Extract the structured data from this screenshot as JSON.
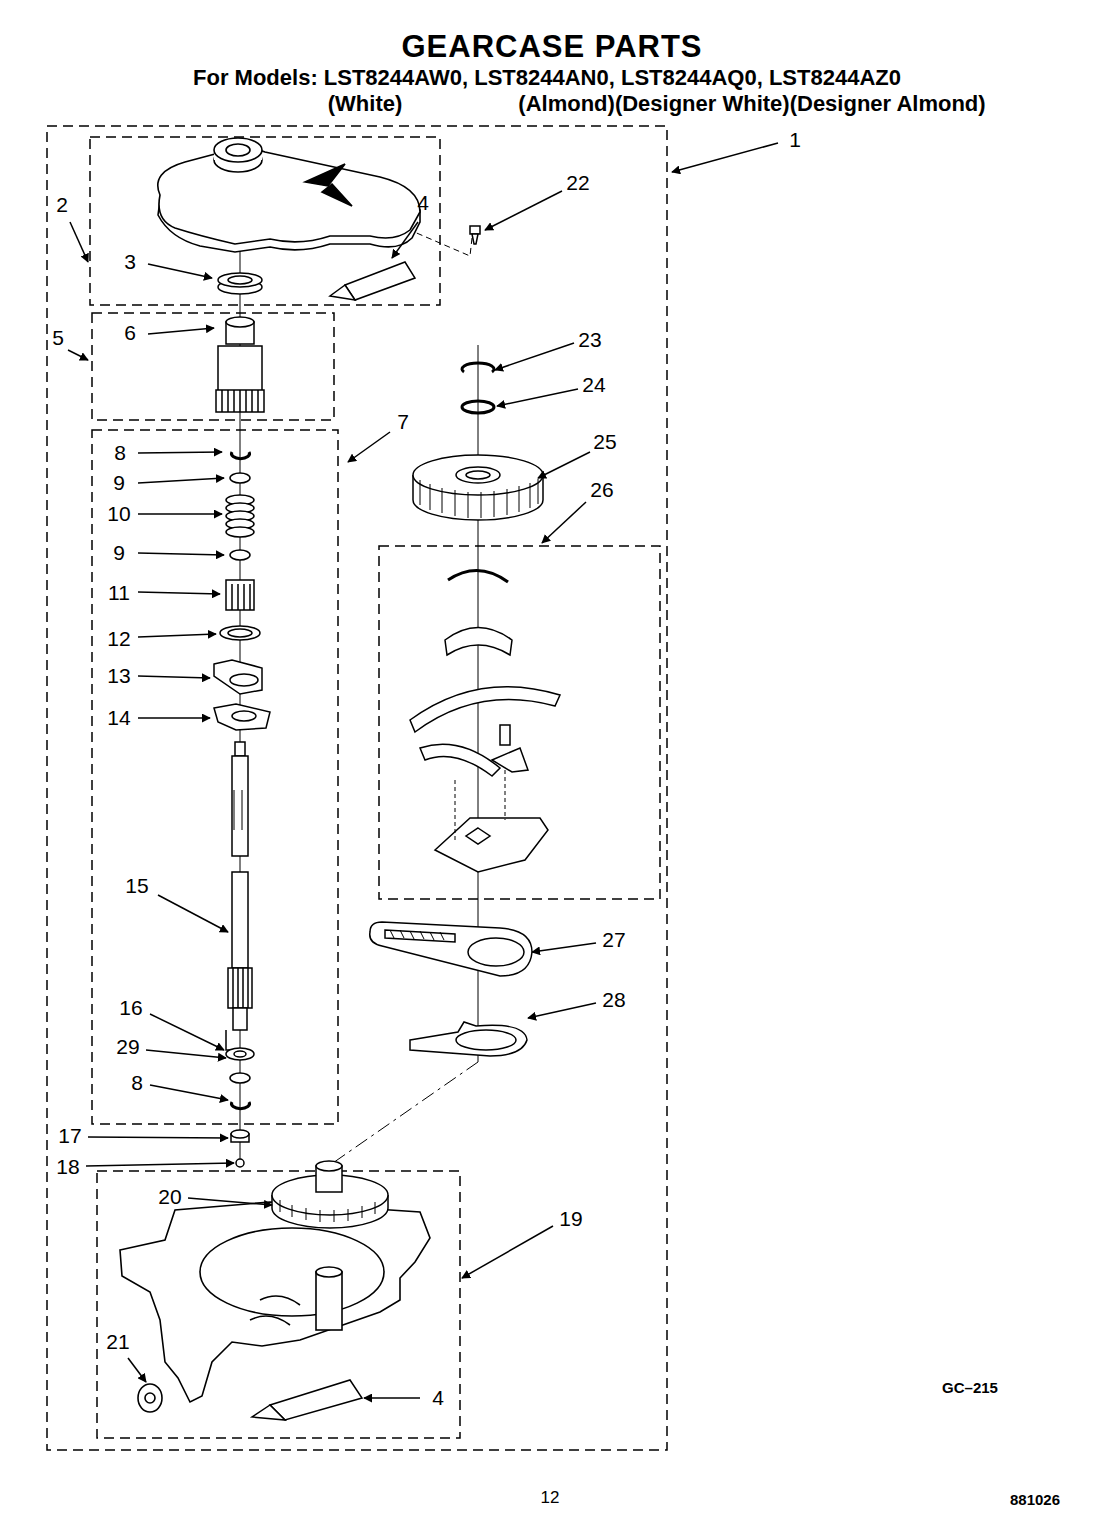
{
  "diagram": {
    "title": "GEARCASE PARTS",
    "labels": [
      "For Models: LST8244AW0, LST8244AN0, LST8244AQ0, LST8244AZ0",
      "(White)",
      "(Almond)(Designer White)(Designer Almond)",
      "1",
      "2",
      "22",
      "4",
      "3",
      "6",
      "5",
      "23",
      "7",
      "24",
      "8",
      "25",
      "9",
      "26",
      "10",
      "9",
      "11",
      "12",
      "13",
      "14",
      "15",
      "27",
      "16",
      "28",
      "29",
      "8",
      "17",
      "18",
      "20",
      "19",
      "21",
      "4",
      "GC–215",
      "12",
      "881026"
    ]
  }
}
